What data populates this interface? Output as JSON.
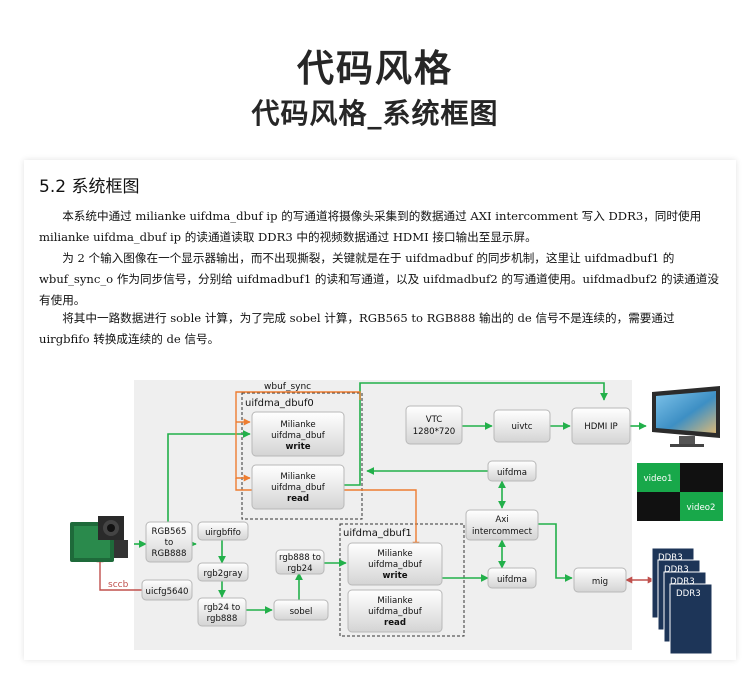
{
  "header": {
    "title": "代码风格",
    "subtitle": "代码风格_系统框图"
  },
  "doc": {
    "section_heading": "5.2 系统框图",
    "paragraphs": [
      "本系统中通过 milianke uifdma_dbuf ip 的写通道将摄像头采集到的数据通过 AXI intercomment 写入 DDR3，同时使用 milianke uifdma_dbuf ip 的读通道读取 DDR3 中的视频数据通过 HDMI 接口输出至显示屏。",
      "为 2 个输入图像在一个显示器输出，而不出现撕裂，关键就是在于 uifdmadbuf 的同步机制，这里让 uifdmadbuf1 的 wbuf_sync_o 作为同步信号，分别给 uifdmadbuf1 的读和写通道，以及 uifdmadbuf2 的写通道使用。uifdmadbuf2 的读通道没有使用。",
      "将其中一路数据进行 soble 计算，为了完成 sobel 计算，RGB565 to RGB888 输出的 de 信号不是连续的，需要通过 uirgbfifo 转换成连续的 de 信号。"
    ]
  },
  "diagram": {
    "wbuf_sync": "wbuf_sync",
    "group0_title": "uifdma_dbuf0",
    "group1_title": "uifdma_dbuf1",
    "blocks": {
      "dbuf0_write": [
        "Milianke",
        "uifdma_dbuf",
        "write"
      ],
      "dbuf0_read": [
        "Milianke",
        "uifdma_dbuf",
        "read"
      ],
      "dbuf1_write": [
        "Milianke",
        "uifdma_dbuf",
        "write"
      ],
      "dbuf1_read": [
        "Milianke",
        "uifdma_dbuf",
        "read"
      ],
      "vtc": [
        "VTC",
        "1280*720"
      ],
      "uivtc": [
        "uivtc"
      ],
      "hdmi": [
        "HDMI IP"
      ],
      "uifdma_top": [
        "uifdma"
      ],
      "uifdma_bottom": [
        "uifdma"
      ],
      "axi": [
        "Axi",
        "intercommect"
      ],
      "mig": [
        "mig"
      ],
      "rgb565": [
        "RGB565",
        "to",
        "RGB888"
      ],
      "uirgbfifo": [
        "uirgbfifo"
      ],
      "rgb2gray": [
        "rgb2gray"
      ],
      "rgb24to888": [
        "rgb24 to",
        "rgb888"
      ],
      "rgb888to24": [
        "rgb888 to",
        "rgb24"
      ],
      "sobel": [
        "sobel"
      ],
      "uicfg": [
        "uicfg5640"
      ]
    },
    "sccb": "sccb",
    "video1": "video1",
    "video2": "video2",
    "ddr3": "DDR3"
  },
  "colors": {
    "green": "#22b04a",
    "orange": "#ed7d31",
    "red": "#c0504d",
    "diagram_bg": "#efefef"
  }
}
